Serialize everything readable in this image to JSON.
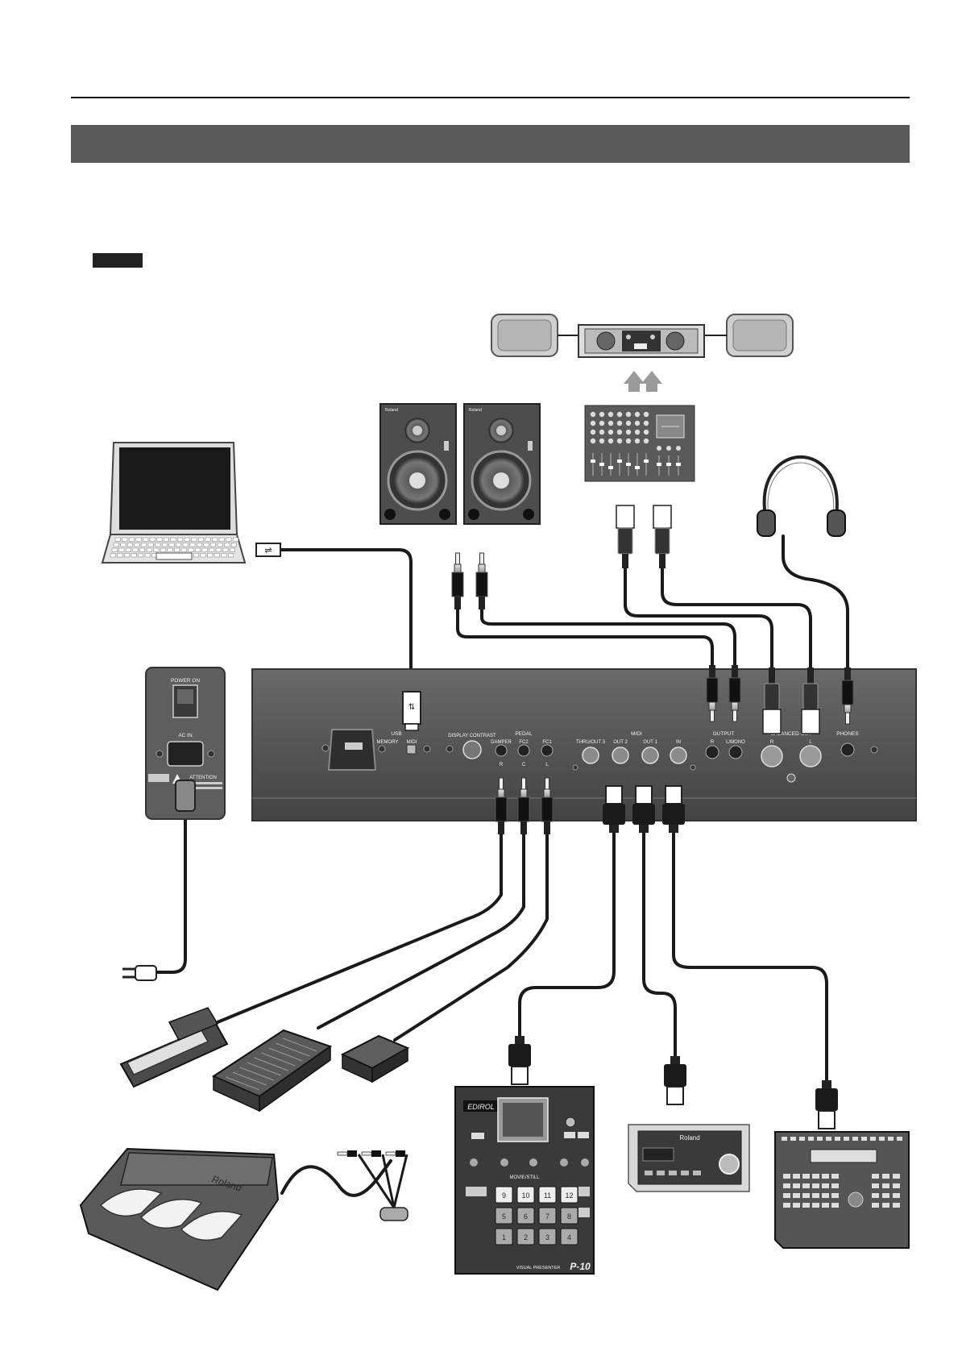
{
  "header": {
    "title": "",
    "note_badge": ""
  },
  "rear_panel": {
    "usb_label": "USB",
    "usb_sub_labels": [
      "MEMORY",
      "MIDI"
    ],
    "display_contrast_label": "DISPLAY CONTRAST",
    "pedal_label": "PEDAL",
    "pedal_jacks": [
      "DAMPER",
      "FC2",
      "FC1"
    ],
    "pedal_letters": [
      "R",
      "C",
      "L"
    ],
    "midi_label": "MIDI",
    "midi_ports": [
      "THRU/OUT 3",
      "OUT 2",
      "OUT 1",
      "IN"
    ],
    "output_label": "OUTPUT",
    "output_jacks": [
      "R",
      "L/MONO"
    ],
    "balanced_label": "BALANCED OUT",
    "balanced_jacks": [
      "R",
      "L"
    ],
    "phones_label": "PHONES",
    "power_on_label": "POWER ON",
    "ac_in_label": "AC IN",
    "attention_label": "ATTENTION"
  },
  "devices": {
    "monitor_brand": "Roland",
    "p10_brand": "EDIROL",
    "p10_model": "P-10",
    "p10_footer": "VISUAL PRESENTER",
    "p10_section": "MOVIE/STILL",
    "p10_pads": [
      "9",
      "10",
      "11",
      "12",
      "5",
      "6",
      "7",
      "8",
      "1",
      "2",
      "3",
      "4"
    ],
    "recorder_brand": "Roland",
    "pedal_unit_brand": "Roland"
  }
}
